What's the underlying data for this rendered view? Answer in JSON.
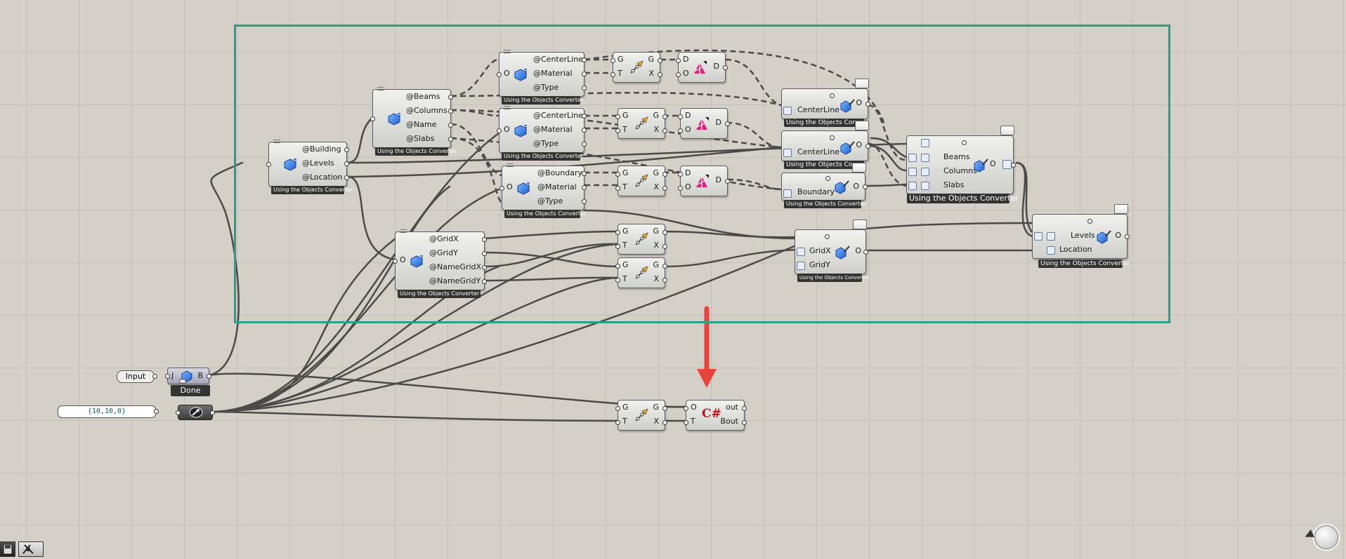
{
  "canvas": {
    "grid_color": "#c3bfb7",
    "background": "#d4d0c8",
    "group_color": "#27a085",
    "arrow_color": "#e8433c"
  },
  "group_label": "Using the Objects Converter",
  "nodes": {
    "building": {
      "ports": [
        "@Building",
        "@Levels",
        "@Location"
      ],
      "label": "Using the Objects Converter"
    },
    "levels_split": {
      "ports": [
        "@Beams",
        "@Columns",
        "@Name",
        "@Slabs"
      ],
      "label": "Using the Objects Converter"
    },
    "beams_split": {
      "ports": [
        "@CenterLine",
        "@Material",
        "@Type"
      ],
      "label": "Using the Objects Converter"
    },
    "columns_split": {
      "ports": [
        "@CenterLine",
        "@Material",
        "@Type"
      ],
      "label": "Using the Objects Converter"
    },
    "slabs_split": {
      "ports": [
        "@Boundary",
        "@Material",
        "@Type"
      ],
      "label": "Using the Objects Converter"
    },
    "location_split": {
      "ports": [
        "@GridX",
        "@GridY",
        "@NameGridX",
        "@NameGridY"
      ],
      "label": "Using the Objects Converter"
    },
    "beam_create": {
      "ports": [
        "CenterLine"
      ],
      "label": "Using the Objects Conver"
    },
    "column_create": {
      "ports": [
        "CenterLine"
      ],
      "label": "Using the Objects Conver"
    },
    "slab_create": {
      "ports": [
        "Boundary"
      ],
      "label": "Using the Objects Converter"
    },
    "level_create": {
      "ports": [
        "Beams",
        "Columns",
        "Slabs"
      ],
      "label": "Using the Objects Converter"
    },
    "location_create": {
      "ports": [
        "GridX",
        "GridY"
      ],
      "label": "Using the Objects Converter"
    },
    "building_create": {
      "ports": [
        "Levels",
        "Location"
      ],
      "label": "Using the Objects Converter"
    }
  },
  "transform": {
    "inputs": [
      "G",
      "T"
    ],
    "outputs": [
      "G",
      "X"
    ]
  },
  "preview": {
    "inputs": [
      "D",
      "O"
    ],
    "output": "D"
  },
  "loose": {
    "input_label": "Input",
    "deser_inputs": [
      "J"
    ],
    "deser_output": "B",
    "done_label": "Done",
    "vector_value": "{10,10,0}",
    "script_inputs": [
      "O",
      "T"
    ],
    "script_outputs": [
      "out",
      "Bout"
    ],
    "script_icon": "C#"
  },
  "icons": {
    "obj_icon": "blue-cube-icon",
    "xform_icon": "move-arrow-icon",
    "preview_icon": "pink-preview-icon",
    "vector_icon": "vector-arrow-icon",
    "script_icon": "csharp-icon",
    "navigator": "canvas-compass-icon"
  }
}
